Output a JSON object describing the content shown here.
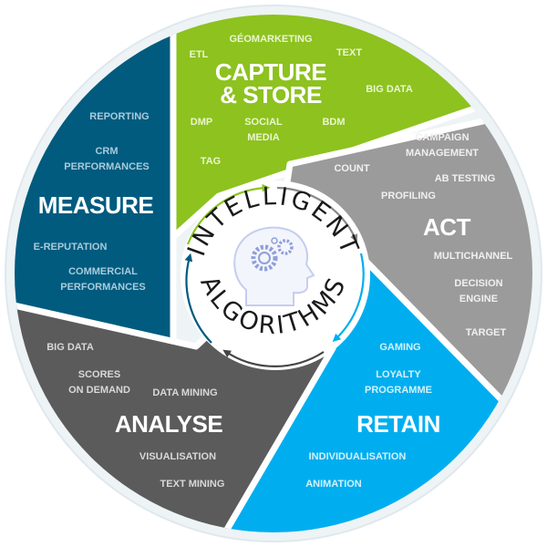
{
  "colors": {
    "capture": "#8dc21f",
    "measure": "#005b7f",
    "act": "#9b9b9b",
    "retain": "#00aeef",
    "analyse": "#5b5b5b"
  },
  "center": {
    "top_text": "INTELLIGENT",
    "bottom_text": "ALGORITHMS",
    "icon": "head-gears-icon"
  },
  "capture": {
    "title": [
      "CAPTURE",
      "& STORE"
    ],
    "items": [
      [
        "GÉOMARKETING"
      ],
      [
        "ETL"
      ],
      [
        "TEXT"
      ],
      [
        "BIG DATA"
      ],
      [
        "DMP"
      ],
      [
        "SOCIAL",
        "MEDIA"
      ],
      [
        "BDM"
      ],
      [
        "TAG"
      ]
    ]
  },
  "measure": {
    "title": "MEASURE",
    "items": [
      [
        "REPORTING"
      ],
      [
        "CRM",
        "PERFORMANCES"
      ],
      [
        "E-REPUTATION"
      ],
      [
        "COMMERCIAL",
        "PERFORMANCES"
      ]
    ]
  },
  "act": {
    "title": "ACT",
    "items": [
      [
        "CAMPAIGN",
        "MANAGEMENT"
      ],
      [
        "COUNT"
      ],
      [
        "AB TESTING"
      ],
      [
        "PROFILING"
      ],
      [
        "MULTICHANNEL"
      ],
      [
        "DECISION",
        "ENGINE"
      ],
      [
        "TARGET"
      ]
    ]
  },
  "retain": {
    "title": "RETAIN",
    "items": [
      [
        "GAMING"
      ],
      [
        "LOYALTY",
        "PROGRAMME"
      ],
      [
        "INDIVIDUALISATION"
      ],
      [
        "ANIMATION"
      ]
    ]
  },
  "analyse": {
    "title": "ANALYSE",
    "items": [
      [
        "BIG DATA"
      ],
      [
        "SCORES",
        "ON DEMAND"
      ],
      [
        "DATA MINING"
      ],
      [
        "VISUALISATION"
      ],
      [
        "TEXT MINING"
      ]
    ]
  }
}
